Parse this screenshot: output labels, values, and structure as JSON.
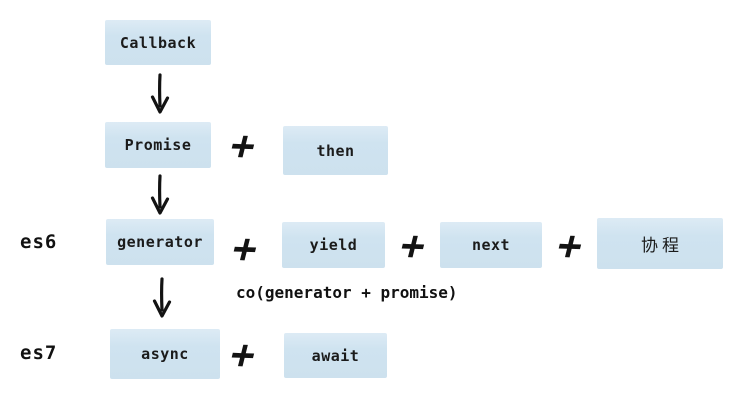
{
  "diagram": {
    "description": "Evolution of JavaScript asynchronous programming patterns",
    "nodes": {
      "callback": "Callback",
      "promise": "Promise",
      "then": "then",
      "generator": "generator",
      "yield": "yield",
      "next": "next",
      "coroutine": "协程",
      "async": "async",
      "await": "await"
    },
    "labels": {
      "es6": "es6",
      "es7": "es7",
      "co_annotation": "co(generator + promise)",
      "plus": "+"
    },
    "colors": {
      "box_fill": "#cfe3f0",
      "box_fill_top": "#ddebf5",
      "text": "#1b1b1b",
      "background": "#ffffff"
    }
  }
}
